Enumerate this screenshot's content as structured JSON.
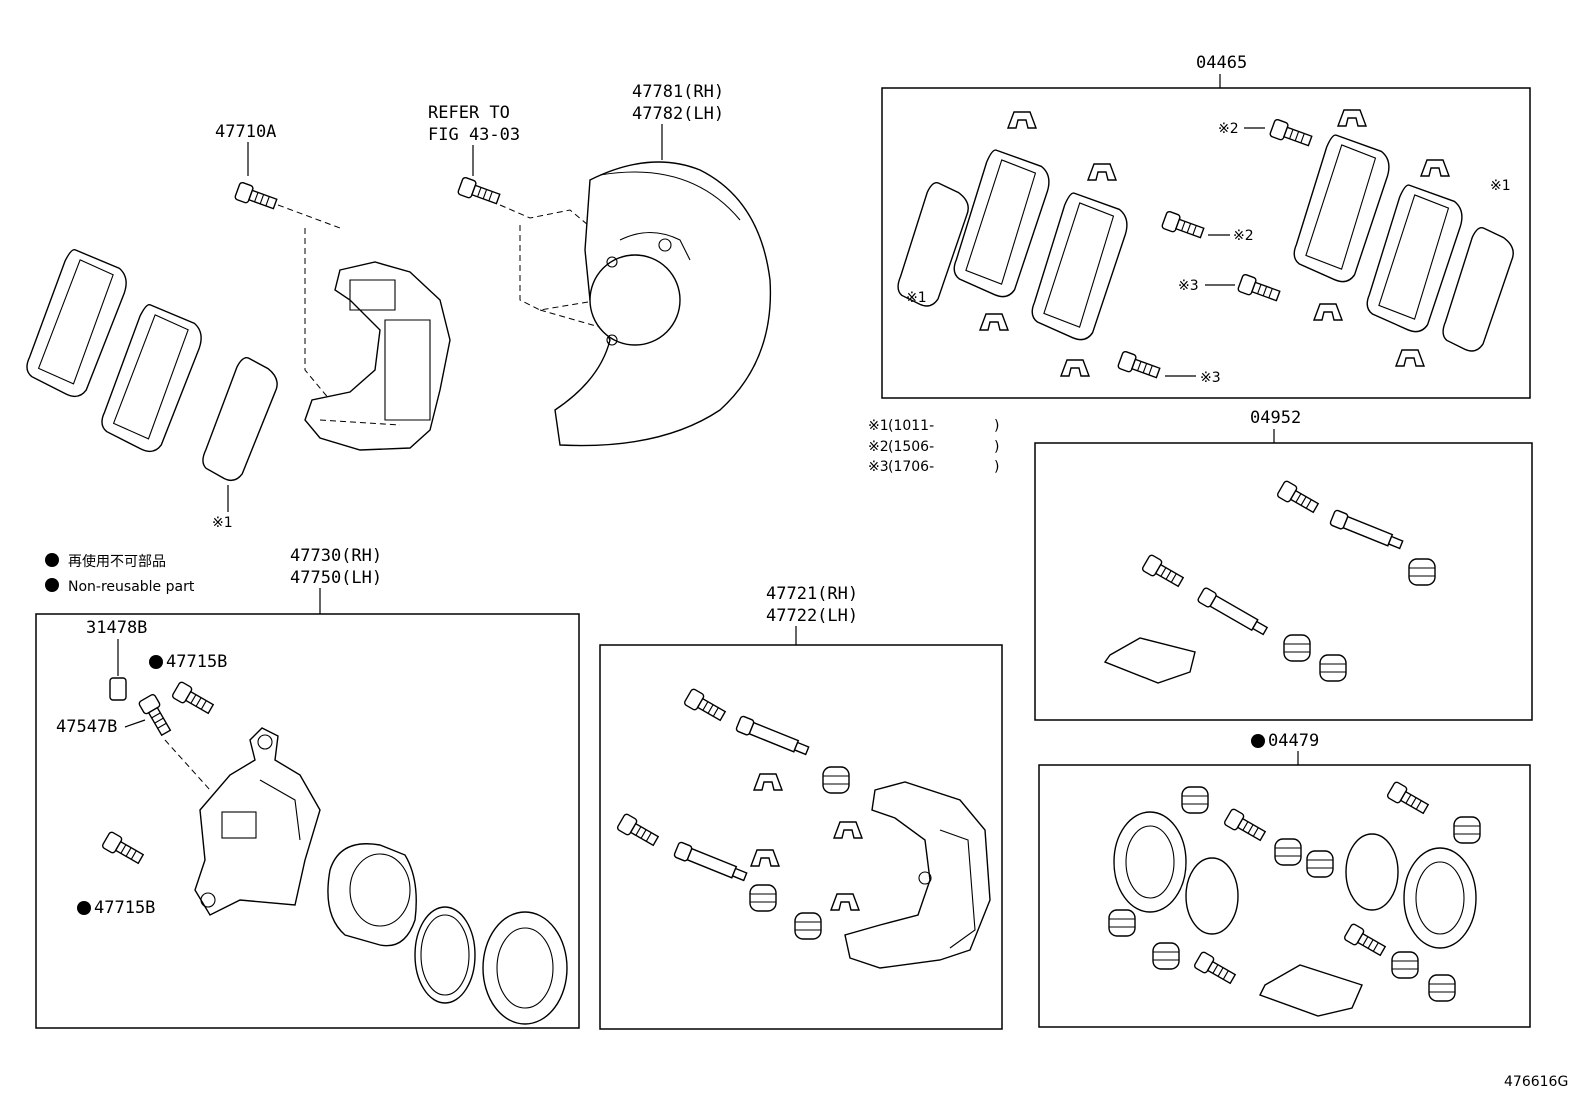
{
  "labels": {
    "p47710A": "47710A",
    "refer1": "REFER TO",
    "refer2": "FIG 43-03",
    "p47781": "47781(RH)",
    "p47782": "47782(LH)",
    "p04465": "04465",
    "p04952": "04952",
    "p04479": "04479",
    "p47730": "47730(RH)",
    "p47750": "47750(LH)",
    "p47721": "47721(RH)",
    "p47722": "47722(LH)",
    "p31478B": "31478B",
    "p47715B_a": "47715B",
    "p47547B": "47547B",
    "p47715B_b": "47715B",
    "mark1": "※1",
    "mark2": "※2",
    "mark3": "※3",
    "figure_id": "476616G"
  },
  "legend": {
    "jp": "再使用不可部品",
    "en": "Non-reusable part"
  },
  "notes": [
    {
      "mark": "※1",
      "range": "(1011-",
      "close": ")"
    },
    {
      "mark": "※2",
      "range": "(1506-",
      "close": ")"
    },
    {
      "mark": "※3",
      "range": "(1706-",
      "close": ")"
    }
  ]
}
